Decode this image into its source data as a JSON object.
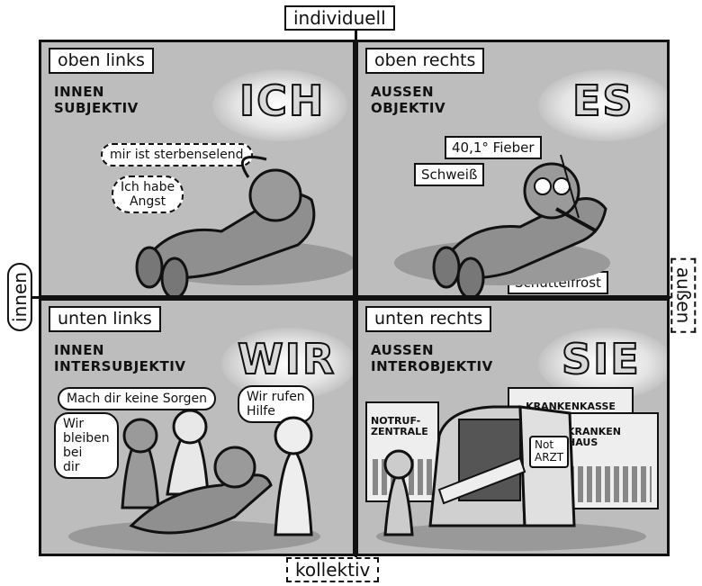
{
  "axes": {
    "top": "individuell",
    "bottom": "kollektiv",
    "left": "innen",
    "right": "außen"
  },
  "quadrants": {
    "top_left": {
      "tag": "oben links",
      "desc": "INNEN\nSUBJEKTIV",
      "pronoun": "ICH",
      "bubbles": [
        "mir ist sterbenselend",
        "Ich habe\nAngst"
      ]
    },
    "top_right": {
      "tag": "oben rechts",
      "desc": "AUSSEN\nOBJEKTIV",
      "pronoun": "ES",
      "labels": [
        "40,1° Fieber",
        "Schweiß",
        "Schüttelfrost"
      ]
    },
    "bottom_left": {
      "tag": "unten links",
      "desc": "INNEN\nINTERSUBJEKTIV",
      "pronoun": "WIR",
      "bubbles": [
        "Mach dir keine Sorgen",
        "Wir\nbleiben\nbei\ndir",
        "Wir rufen\nHilfe"
      ]
    },
    "bottom_right": {
      "tag": "unten rechts",
      "desc": "AUSSEN\nINTEROBJEKTIV",
      "pronoun": "SIE",
      "buildings": [
        "NOTRUF-\nZENTRALE",
        "KRANKENKASSE",
        "KRANKEN\nHAUS"
      ],
      "van_label": "Not\nARZT"
    }
  },
  "colors": {
    "panel": "#bdbdbd",
    "ink": "#111111",
    "highlight": "#ffffff"
  }
}
